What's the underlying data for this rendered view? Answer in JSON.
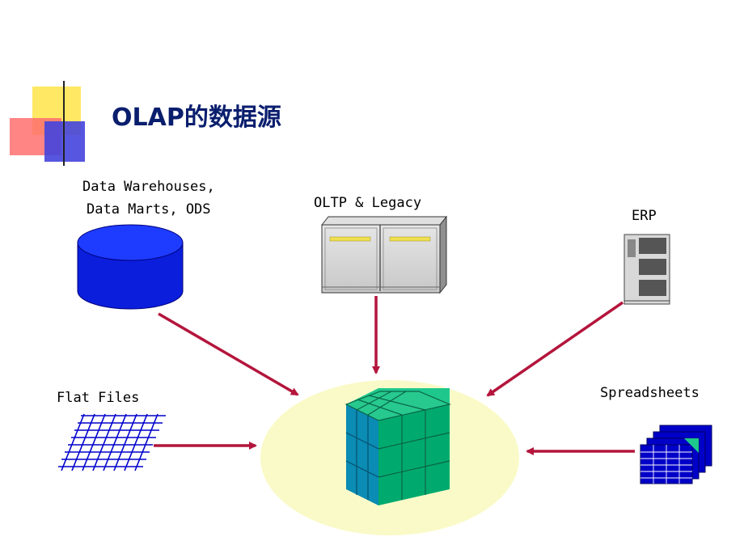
{
  "title": "OLAP的数据源",
  "sources": {
    "data_warehouses_line1": "Data Warehouses,",
    "data_warehouses_line2": "Data Marts, ODS",
    "oltp": "OLTP & Legacy",
    "erp": "ERP",
    "flat_files": "Flat Files",
    "spreadsheets": "Spreadsheets"
  },
  "colors": {
    "title": "#0a1e6e",
    "arrow": "#b4153c",
    "database": "#0a1edc",
    "cube": "#00aa6e",
    "ellipse": "#fafac8",
    "grid": "#0000cc"
  }
}
